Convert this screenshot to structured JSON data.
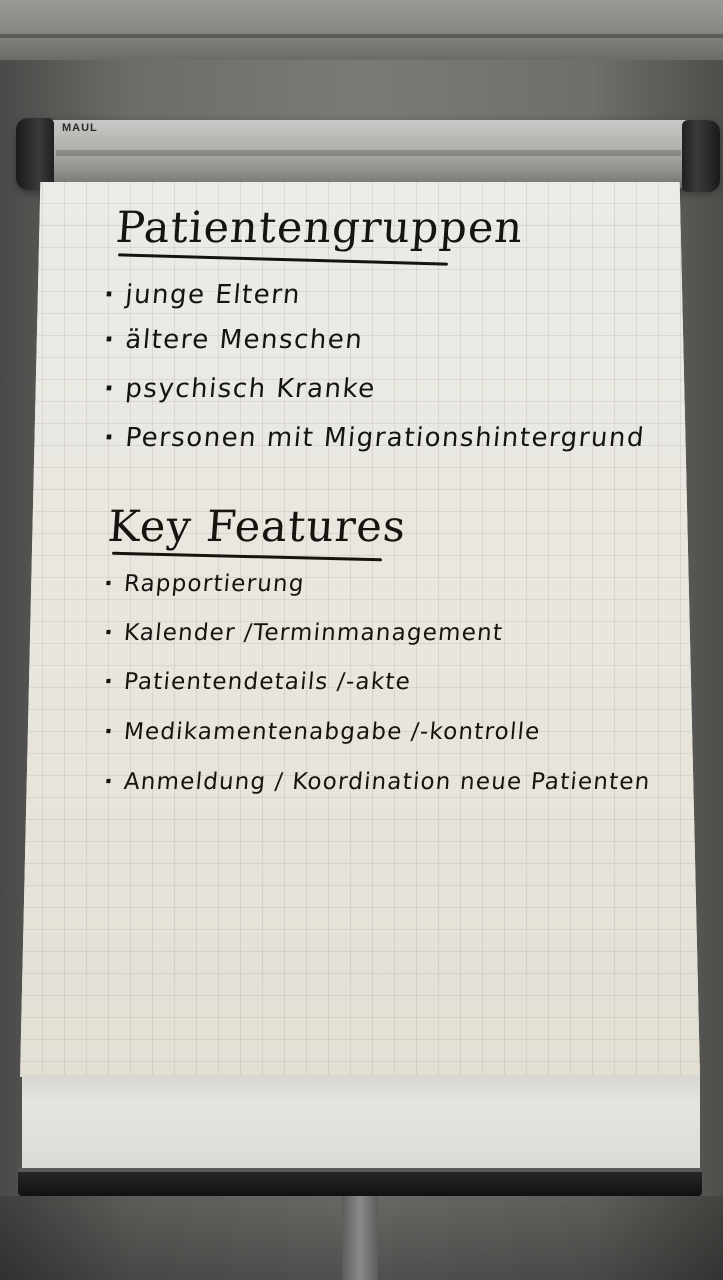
{
  "brand": "MAUL",
  "section1": {
    "heading": "Patientengruppen",
    "items": [
      "junge Eltern",
      "ältere Menschen",
      "psychisch Kranke",
      "Personen mit Migrationshintergrund"
    ]
  },
  "section2": {
    "heading": "Key Features",
    "items": [
      "Rapportierung",
      "Kalender /Terminmanagement",
      "Patientendetails /-akte",
      "Medikamentenabgabe /-kontrolle",
      "Anmeldung / Koordination neue Patienten"
    ]
  },
  "colors": {
    "ink": "#16140f",
    "paper": "#ece9e2",
    "wall": "#6f6f6c",
    "frame": "#1a1a1a"
  }
}
